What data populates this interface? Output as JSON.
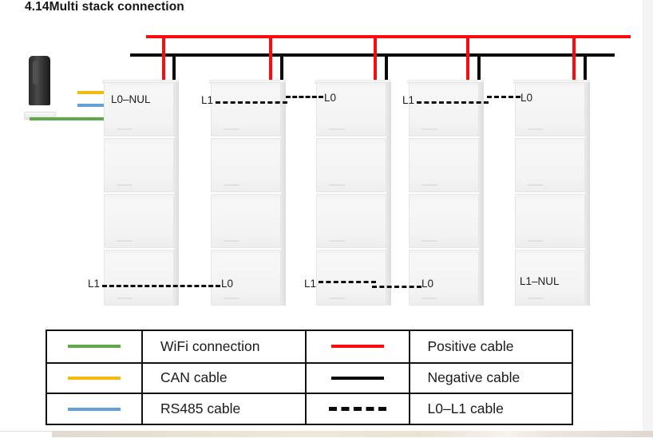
{
  "document": {
    "title": "4.14Multi stack connection"
  },
  "diagram": {
    "device": {
      "name": "wifi-dongle",
      "cables": [
        {
          "name": "can-cable",
          "color": "#f5ba0c"
        },
        {
          "name": "rs485-cable",
          "color": "#62a0dc"
        },
        {
          "name": "wifi-cable",
          "color": "#5fa94a"
        }
      ]
    },
    "bus": {
      "positive_color": "#fb0b0b",
      "negative_color": "#0a0a0a"
    },
    "stacks": [
      {
        "id": "stack-1",
        "modules": 4,
        "top_label": "L0–NUL",
        "bottom_label": "L1"
      },
      {
        "id": "stack-2",
        "modules": 4,
        "top_label": "L1",
        "bottom_label": "L0"
      },
      {
        "id": "stack-3",
        "modules": 4,
        "top_label": "L0",
        "bottom_label": "L1"
      },
      {
        "id": "stack-4",
        "modules": 4,
        "top_label": "L1",
        "bottom_label": "L0"
      },
      {
        "id": "stack-5",
        "modules": 4,
        "top_label": "L0",
        "bottom_label": "L1–NUL"
      }
    ],
    "top_links": [
      {
        "from": "L1",
        "to": "L0"
      },
      {
        "from": "L1",
        "to": "L0"
      }
    ],
    "bottom_links": [
      {
        "from": "L1",
        "to": "L0"
      },
      {
        "from": "L1",
        "to": "L0"
      }
    ]
  },
  "legend": {
    "rows": [
      {
        "left_swatch": "green-line",
        "left_label": "WiFi connection",
        "right_swatch": "red-line",
        "right_label": "Positive cable"
      },
      {
        "left_swatch": "yellow-line",
        "left_label": "CAN cable",
        "right_swatch": "black-line",
        "right_label": "Negative cable"
      },
      {
        "left_swatch": "blue-line",
        "left_label": "RS485 cable",
        "right_swatch": "black-dashed-line",
        "right_label": "L0–L1 cable"
      }
    ]
  }
}
